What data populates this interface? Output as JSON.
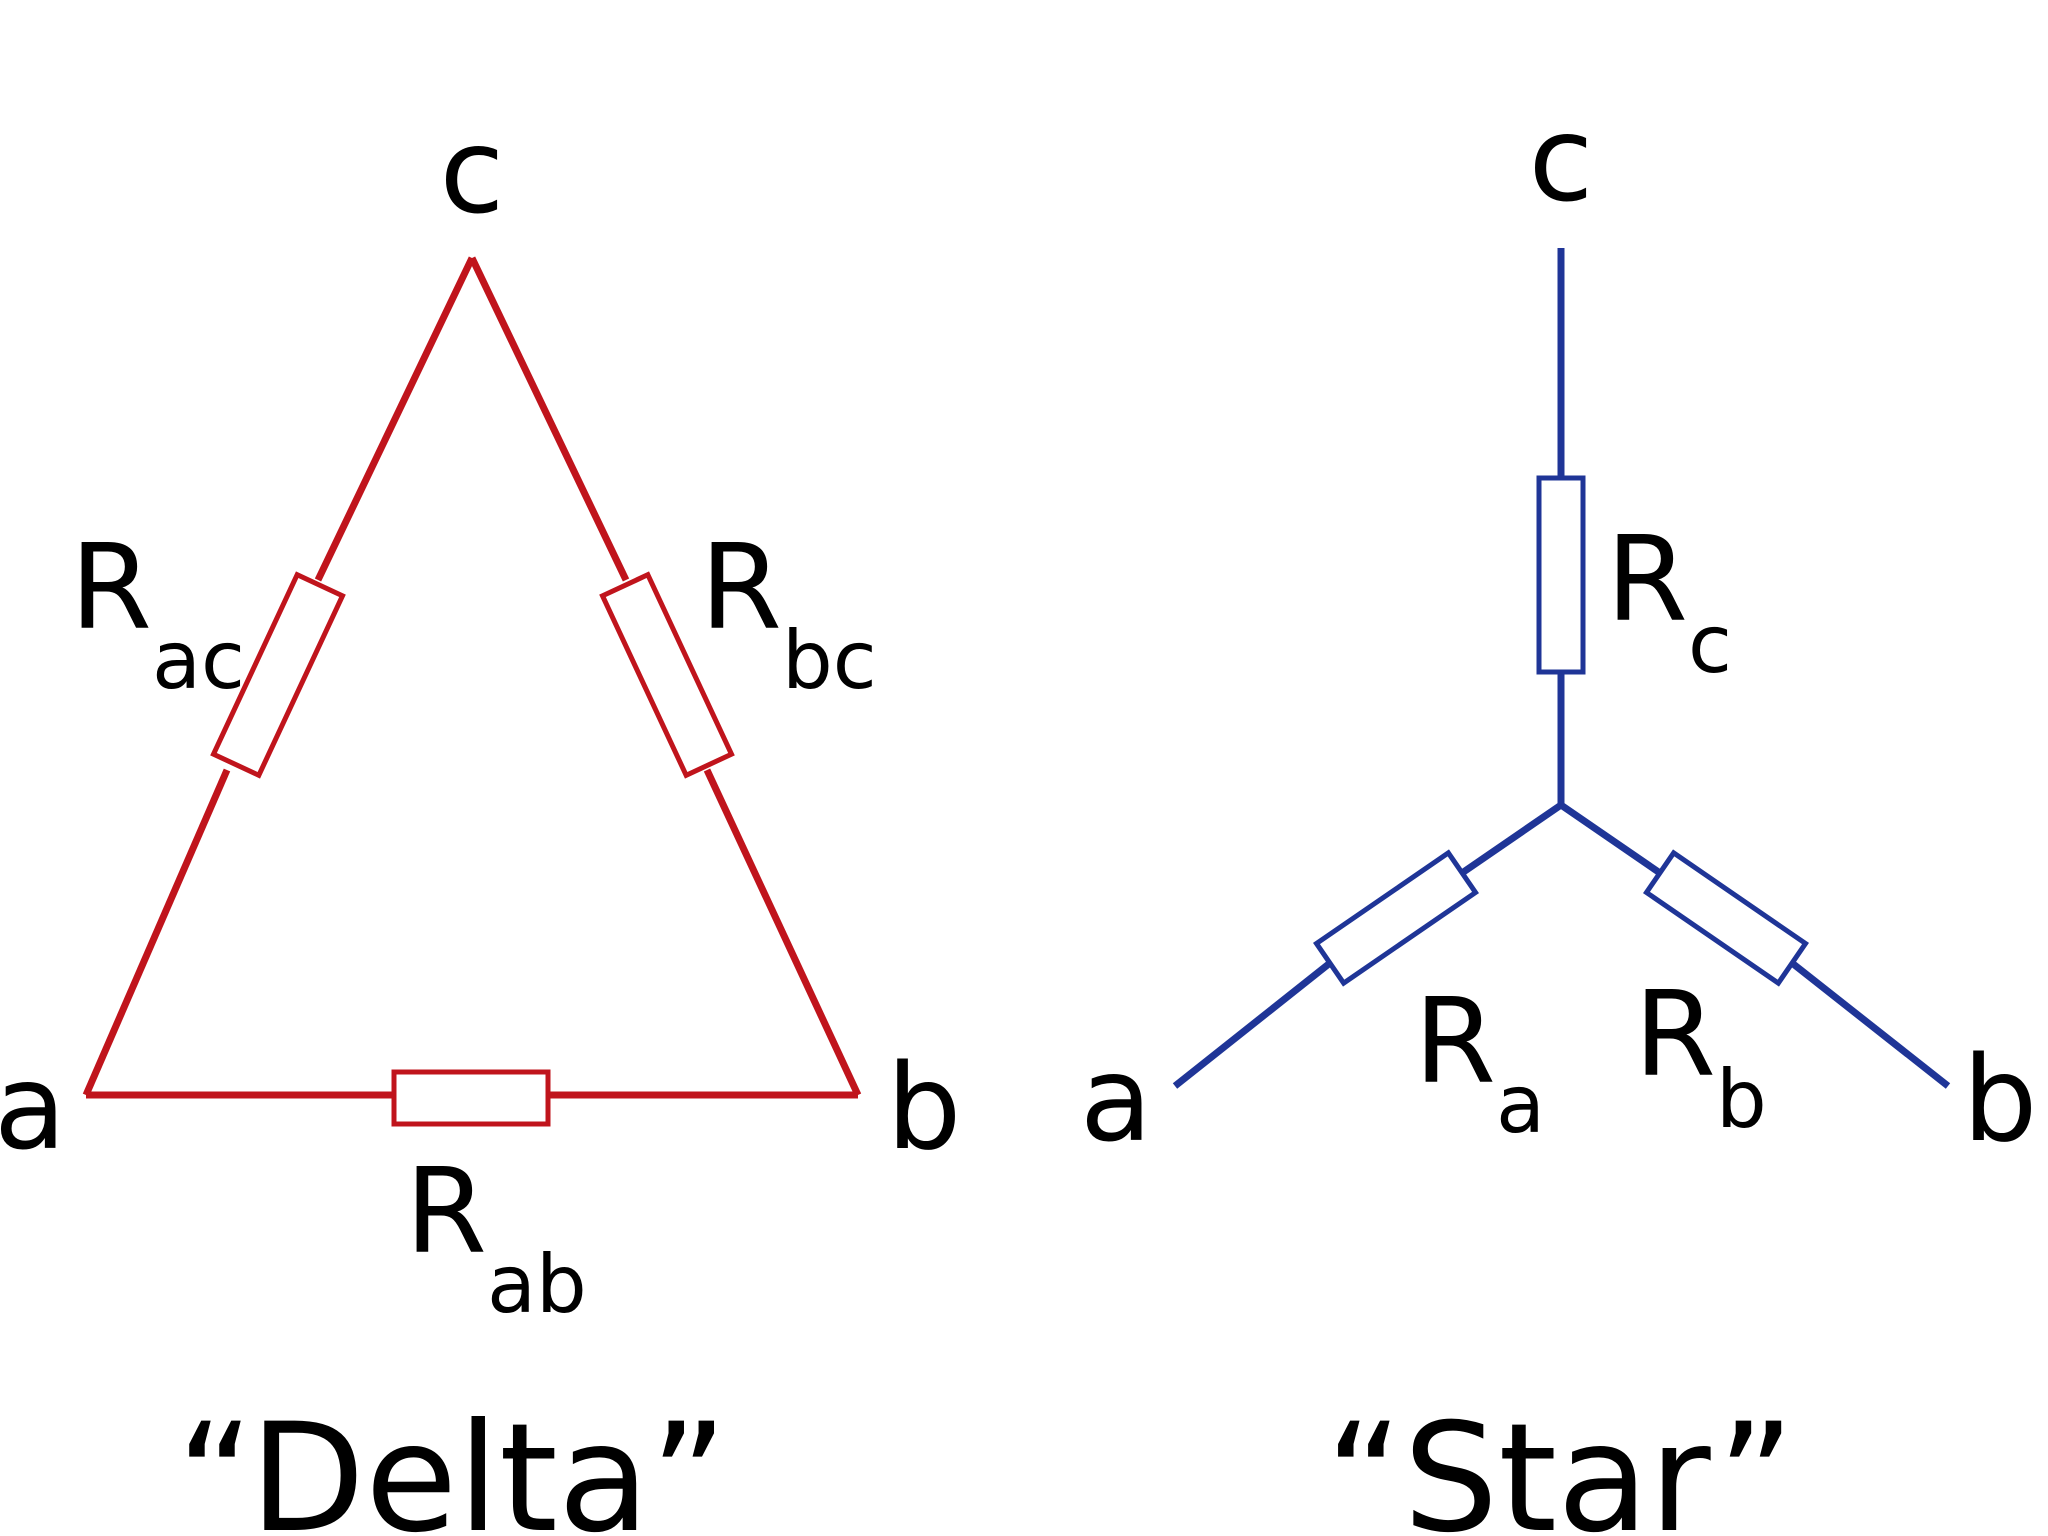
{
  "colors": {
    "delta": "#c0141c",
    "star": "#1f3597",
    "text": "#000000",
    "background": "#ffffff"
  },
  "delta": {
    "nodes": {
      "a": "a",
      "b": "b",
      "c": "c"
    },
    "resistors": {
      "ab": {
        "symbol": "R",
        "subscript": "ab"
      },
      "ac": {
        "symbol": "R",
        "subscript": "ac"
      },
      "bc": {
        "symbol": "R",
        "subscript": "bc"
      }
    },
    "caption": "“Delta”"
  },
  "star": {
    "nodes": {
      "a": "a",
      "b": "b",
      "c": "c"
    },
    "resistors": {
      "a": {
        "symbol": "R",
        "subscript": "a"
      },
      "b": {
        "symbol": "R",
        "subscript": "b"
      },
      "c": {
        "symbol": "R",
        "subscript": "c"
      }
    },
    "caption": "“Star”"
  }
}
